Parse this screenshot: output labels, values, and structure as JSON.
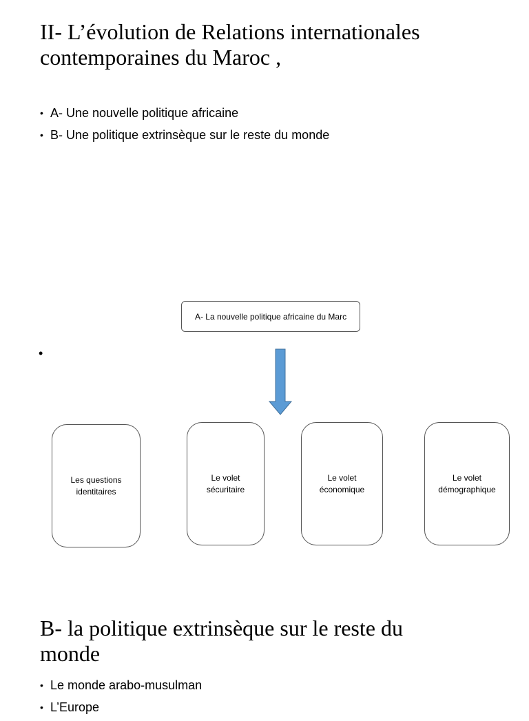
{
  "section_a": {
    "title_line1": "II- L’évolution de Relations internationales",
    "title_line2": "contemporaines du Maroc ,",
    "bullets": [
      "A- Une nouvelle politique africaine",
      "B-  Une politique extrinsèque sur le reste du monde"
    ]
  },
  "diagram": {
    "top_box": "A- La nouvelle politique africaine du Marc",
    "stray_bullet": "•",
    "arrow_color": "#5b9bd5",
    "arrow_stroke": "#41719c",
    "cards": [
      {
        "line1": "Les questions",
        "line2": "identitaires"
      },
      {
        "line1": "Le volet",
        "line2": "sécuritaire"
      },
      {
        "line1": "Le volet",
        "line2": "économique"
      },
      {
        "line1": "Le volet",
        "line2": "démographique"
      }
    ]
  },
  "section_b": {
    "title_line1": "B- la politique extrinsèque sur le reste du",
    "title_line2": "monde",
    "bullets": [
      "Le monde arabo-musulman",
      "L’Europe"
    ]
  }
}
